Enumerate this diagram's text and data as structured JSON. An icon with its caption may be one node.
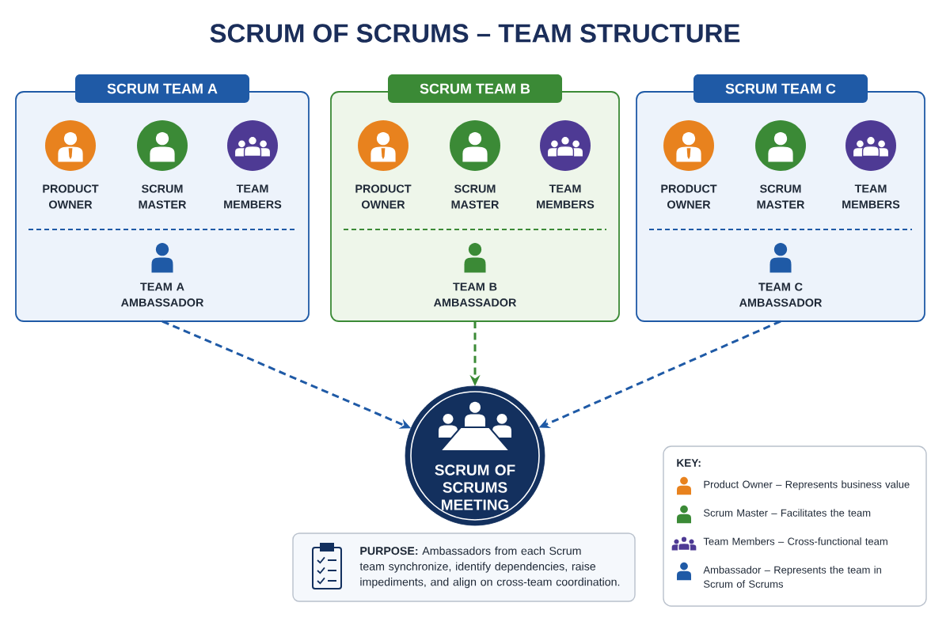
{
  "diagram": {
    "title": "SCRUM OF SCRUMS – TEAM STRUCTURE",
    "nodes": [
      {
        "text": [
          "SCRUM TEAM A"
        ]
      },
      {
        "text": [
          "PRODUCT OWNER"
        ],
        "in": 0
      },
      {
        "text": [
          "SCRUM MASTER"
        ],
        "in": 0
      },
      {
        "text": [
          "TEAM MEMBERS"
        ],
        "in": 0
      },
      {
        "text": [
          "TEAM A AMBASSADOR"
        ],
        "in": 0
      },
      {
        "text": [
          "SCRUM TEAM B"
        ]
      },
      {
        "text": [
          "PRODUCT OWNER"
        ],
        "in": 5
      },
      {
        "text": [
          "SCRUM MASTER"
        ],
        "in": 5
      },
      {
        "text": [
          "TEAM MEMBERS"
        ],
        "in": 5
      },
      {
        "text": [
          "TEAM B AMBASSADOR"
        ],
        "in": 5
      },
      {
        "text": [
          "SCRUM TEAM C"
        ]
      },
      {
        "text": [
          "PRODUCT OWNER"
        ],
        "in": 10
      },
      {
        "text": [
          "SCRUM MASTER"
        ],
        "in": 10
      },
      {
        "text": [
          "TEAM MEMBERS"
        ],
        "in": 10
      },
      {
        "text": [
          "TEAM C AMBASSADOR"
        ],
        "in": 10
      },
      {
        "text": [
          "SCRUM OF SCRUMS MEETING"
        ]
      },
      {
        "text": [
          "**PURPOSE:** Ambassadors from each Scrum team synchronize, identify dependencies, raise impediments, and align on cross-team coordination."
        ]
      }
    ],
    "edges": [
      {
        "from": 0,
        "to": 15,
        "arrow": "to",
        "style": "dashed"
      },
      {
        "from": 5,
        "to": 15,
        "arrow": "to",
        "style": "dashed",
        "color": "#3b8a36"
      },
      {
        "from": 10,
        "to": 15,
        "arrow": "to",
        "style": "dashed"
      }
    ],
    "labels": [
      "KEY:"
    ],
    "legend": [
      {
        "text": "Product Owner – Represents business value"
      },
      {
        "text": "Scrum Master – Facilitates the team"
      },
      {
        "text": "Team Members – Cross-functional team"
      },
      {
        "text": "Ambassador – Represents the team in Scrum of Scrums"
      }
    ]
  }
}
